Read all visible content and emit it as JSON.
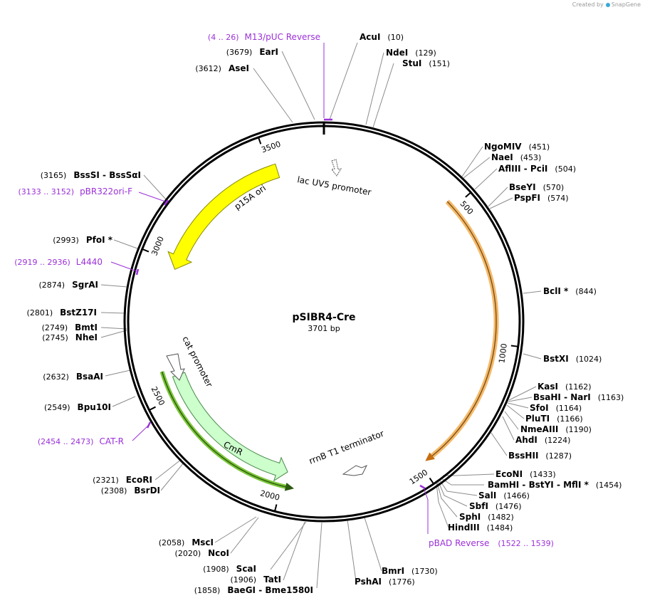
{
  "header": {
    "credit_prefix": "Created by",
    "credit_brand": "SnapGene"
  },
  "plasmid": {
    "name": "pSIBR4-Cre",
    "size_label": "3701 bp",
    "length": 3701
  },
  "ticks": [
    {
      "label": "500",
      "pos": 500
    },
    {
      "label": "1000",
      "pos": 1000
    },
    {
      "label": "1500",
      "pos": 1500
    },
    {
      "label": "2000",
      "pos": 2000
    },
    {
      "label": "2500",
      "pos": 2500
    },
    {
      "label": "3000",
      "pos": 3000
    },
    {
      "label": "3500",
      "pos": 3500
    }
  ],
  "features": [
    {
      "label": "p15A ori",
      "color": "#ffff00",
      "stroke": "#8a8a00"
    },
    {
      "label": "CmR",
      "color": "#ccffcc",
      "stroke": "#4a8a4a"
    },
    {
      "label": "lac UV5 promoter",
      "color": "#ffffff",
      "stroke": "#555555"
    },
    {
      "label": "cat promoter",
      "color": "#ffffff",
      "stroke": "#555555"
    },
    {
      "label": "rrnB T1 terminator",
      "color": "#ffffff",
      "stroke": "#555555"
    }
  ],
  "orf_colors": {
    "cre": "#f5b968",
    "cmr_orf": "#7cc63a"
  },
  "sites": [
    {
      "name": "AcuI",
      "pos": "(10)",
      "side": "right"
    },
    {
      "name": "NdeI",
      "pos": "(129)",
      "side": "right"
    },
    {
      "name": "StuI",
      "pos": "(151)",
      "side": "right"
    },
    {
      "name": "NgoMIV",
      "pos": "(451)",
      "side": "right"
    },
    {
      "name": "NaeI",
      "pos": "(453)",
      "side": "right"
    },
    {
      "name": "AflIII  - PciI",
      "pos": "(504)",
      "side": "right"
    },
    {
      "name": "BseYI",
      "pos": "(570)",
      "side": "right"
    },
    {
      "name": "PspFI",
      "pos": "(574)",
      "side": "right"
    },
    {
      "name": "BclI *",
      "pos": "(844)",
      "side": "right"
    },
    {
      "name": "BstXI",
      "pos": "(1024)",
      "side": "right"
    },
    {
      "name": "KasI",
      "pos": "(1162)",
      "side": "right"
    },
    {
      "name": "BsaHI  - NarI",
      "pos": "(1163)",
      "side": "right"
    },
    {
      "name": "SfoI",
      "pos": "(1164)",
      "side": "right"
    },
    {
      "name": "PluTI",
      "pos": "(1166)",
      "side": "right"
    },
    {
      "name": "NmeAIII",
      "pos": "(1190)",
      "side": "right"
    },
    {
      "name": "AhdI",
      "pos": "(1224)",
      "side": "right"
    },
    {
      "name": "BssHII",
      "pos": "(1287)",
      "side": "right"
    },
    {
      "name": "EcoNI",
      "pos": "(1433)",
      "side": "right"
    },
    {
      "name": "BamHI  - BstYI  - MflI *",
      "pos": "(1454)",
      "side": "right"
    },
    {
      "name": "SalI",
      "pos": "(1466)",
      "side": "right"
    },
    {
      "name": "SbfI",
      "pos": "(1476)",
      "side": "right"
    },
    {
      "name": "SphI",
      "pos": "(1482)",
      "side": "right"
    },
    {
      "name": "HindIII",
      "pos": "(1484)",
      "side": "right"
    },
    {
      "name": "BmrI",
      "pos": "(1730)",
      "side": "right"
    },
    {
      "name": "PshAI",
      "pos": "(1776)",
      "side": "right"
    },
    {
      "name": "ScaI",
      "pos": "(1908)",
      "side": "left"
    },
    {
      "name": "TatI",
      "pos": "(1906)",
      "side": "left"
    },
    {
      "name": "BaeGI  - Bme1580I",
      "pos": "(1858)",
      "side": "left"
    },
    {
      "name": "MscI",
      "pos": "(2058)",
      "side": "left"
    },
    {
      "name": "NcoI",
      "pos": "(2020)",
      "side": "left"
    },
    {
      "name": "EcoRI",
      "pos": "(2321)",
      "side": "left"
    },
    {
      "name": "BsrDI",
      "pos": "(2308)",
      "side": "left"
    },
    {
      "name": "Bpu10I",
      "pos": "(2549)",
      "side": "left"
    },
    {
      "name": "BsaAI",
      "pos": "(2632)",
      "side": "left"
    },
    {
      "name": "BmtI",
      "pos": "(2749)",
      "side": "left"
    },
    {
      "name": "NheI",
      "pos": "(2745)",
      "side": "left"
    },
    {
      "name": "BstZ17I",
      "pos": "(2801)",
      "side": "left"
    },
    {
      "name": "SgrAI",
      "pos": "(2874)",
      "side": "left"
    },
    {
      "name": "PfoI *",
      "pos": "(2993)",
      "side": "left"
    },
    {
      "name": "BssSI  - BssSαI",
      "pos": "(3165)",
      "side": "left"
    },
    {
      "name": "AseI",
      "pos": "(3612)",
      "side": "left"
    },
    {
      "name": "EarI",
      "pos": "(3679)",
      "side": "left"
    }
  ],
  "primers": [
    {
      "name": "M13/pUC Reverse",
      "range": "(4 .. 26)",
      "side": "left",
      "color": "#9b30d9"
    },
    {
      "name": "pBR322ori-F",
      "range": "(3133 .. 3152)",
      "side": "left",
      "color": "#9b30d9"
    },
    {
      "name": "L4440",
      "range": "(2919 .. 2936)",
      "side": "left",
      "color": "#9b30d9"
    },
    {
      "name": "CAT-R",
      "range": "(2454 .. 2473)",
      "side": "left",
      "color": "#9b30d9"
    },
    {
      "name": "pBAD Reverse",
      "range": "(1522 .. 1539)",
      "side": "right",
      "color": "#9b30d9"
    }
  ]
}
